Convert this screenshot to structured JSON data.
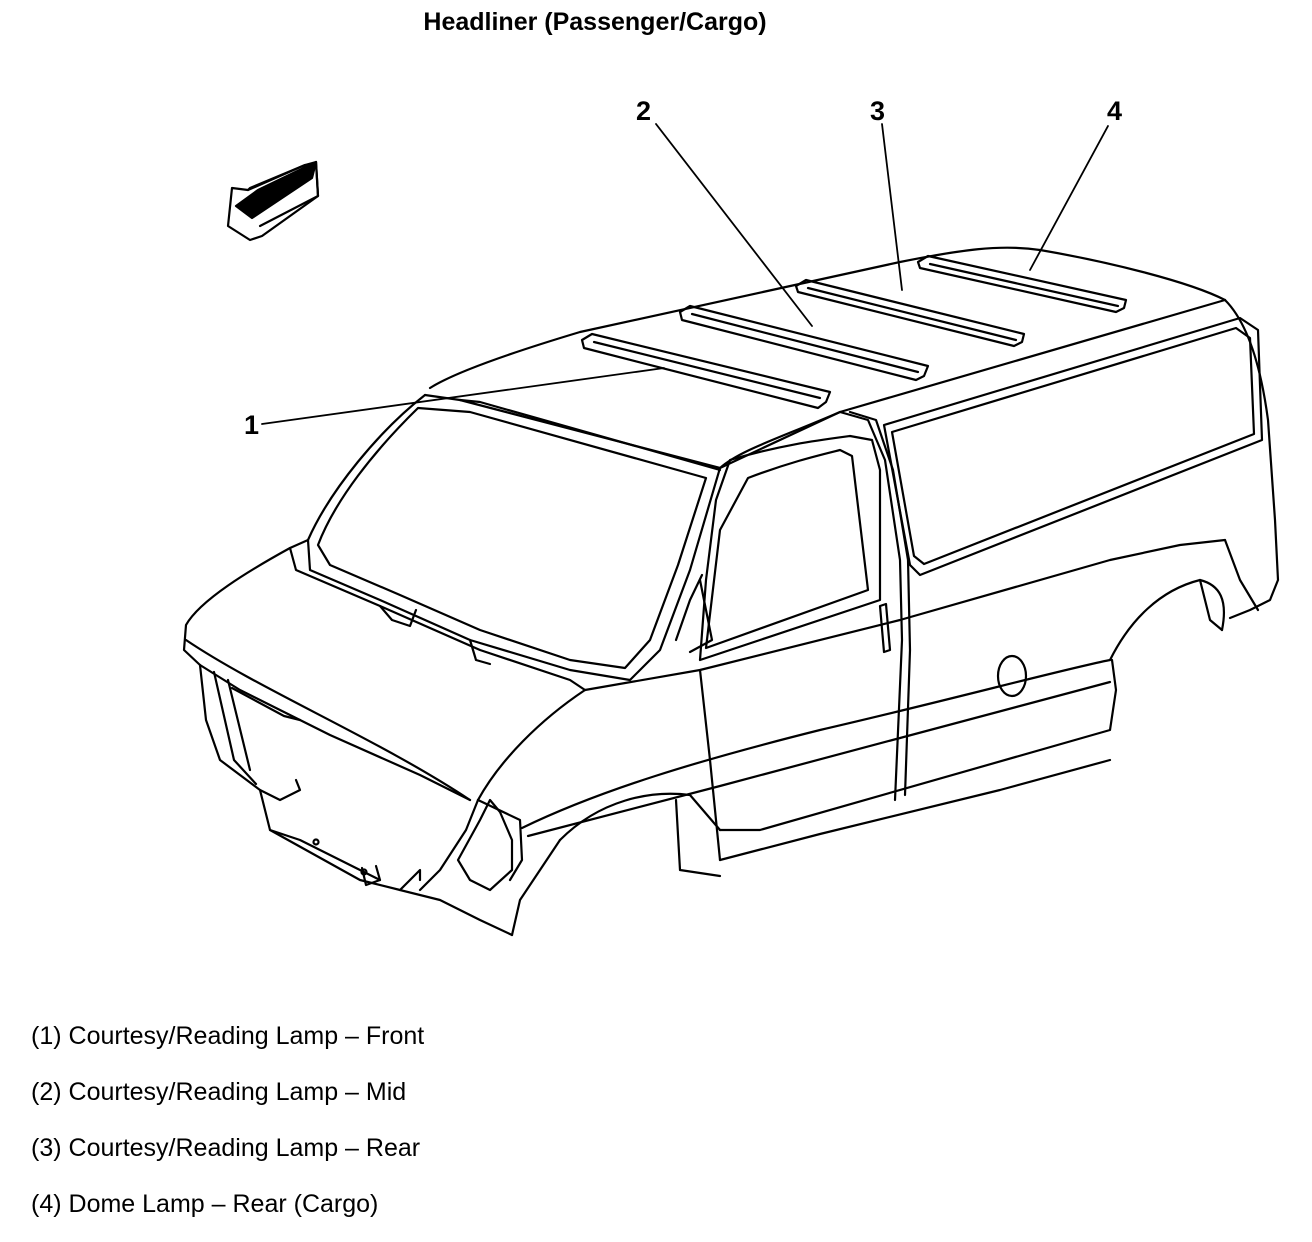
{
  "title": "Headliner (Passenger/Cargo)",
  "callouts": [
    "1",
    "2",
    "3",
    "4"
  ],
  "legend": [
    {
      "number": "(1)",
      "text": "Courtesy/Reading Lamp – Front"
    },
    {
      "number": "(2)",
      "text": "Courtesy/Reading Lamp – Mid"
    },
    {
      "number": "(3)",
      "text": "Courtesy/Reading Lamp – Rear"
    },
    {
      "number": "(4)",
      "text": "Dome Lamp – Rear (Cargo)"
    }
  ],
  "icons": {
    "direction_arrow": "front-direction-arrow-icon"
  }
}
